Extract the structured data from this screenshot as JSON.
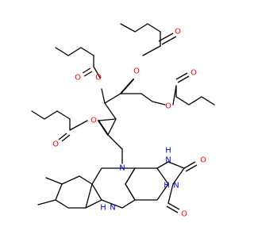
{
  "colors": {
    "bond": "#000000",
    "oxygen": "#ff0000",
    "nitrogen": "#0000ff",
    "background": "#ffffff"
  },
  "atoms": {
    "oxygen_symbol": "O",
    "nitrogen_symbol": "N",
    "imine_nh": "N",
    "imine_h": "H",
    "amine_nh": "N",
    "amine_h": "H",
    "amide_nh": "N",
    "amide_h": "H",
    "ring_nh": "H"
  }
}
